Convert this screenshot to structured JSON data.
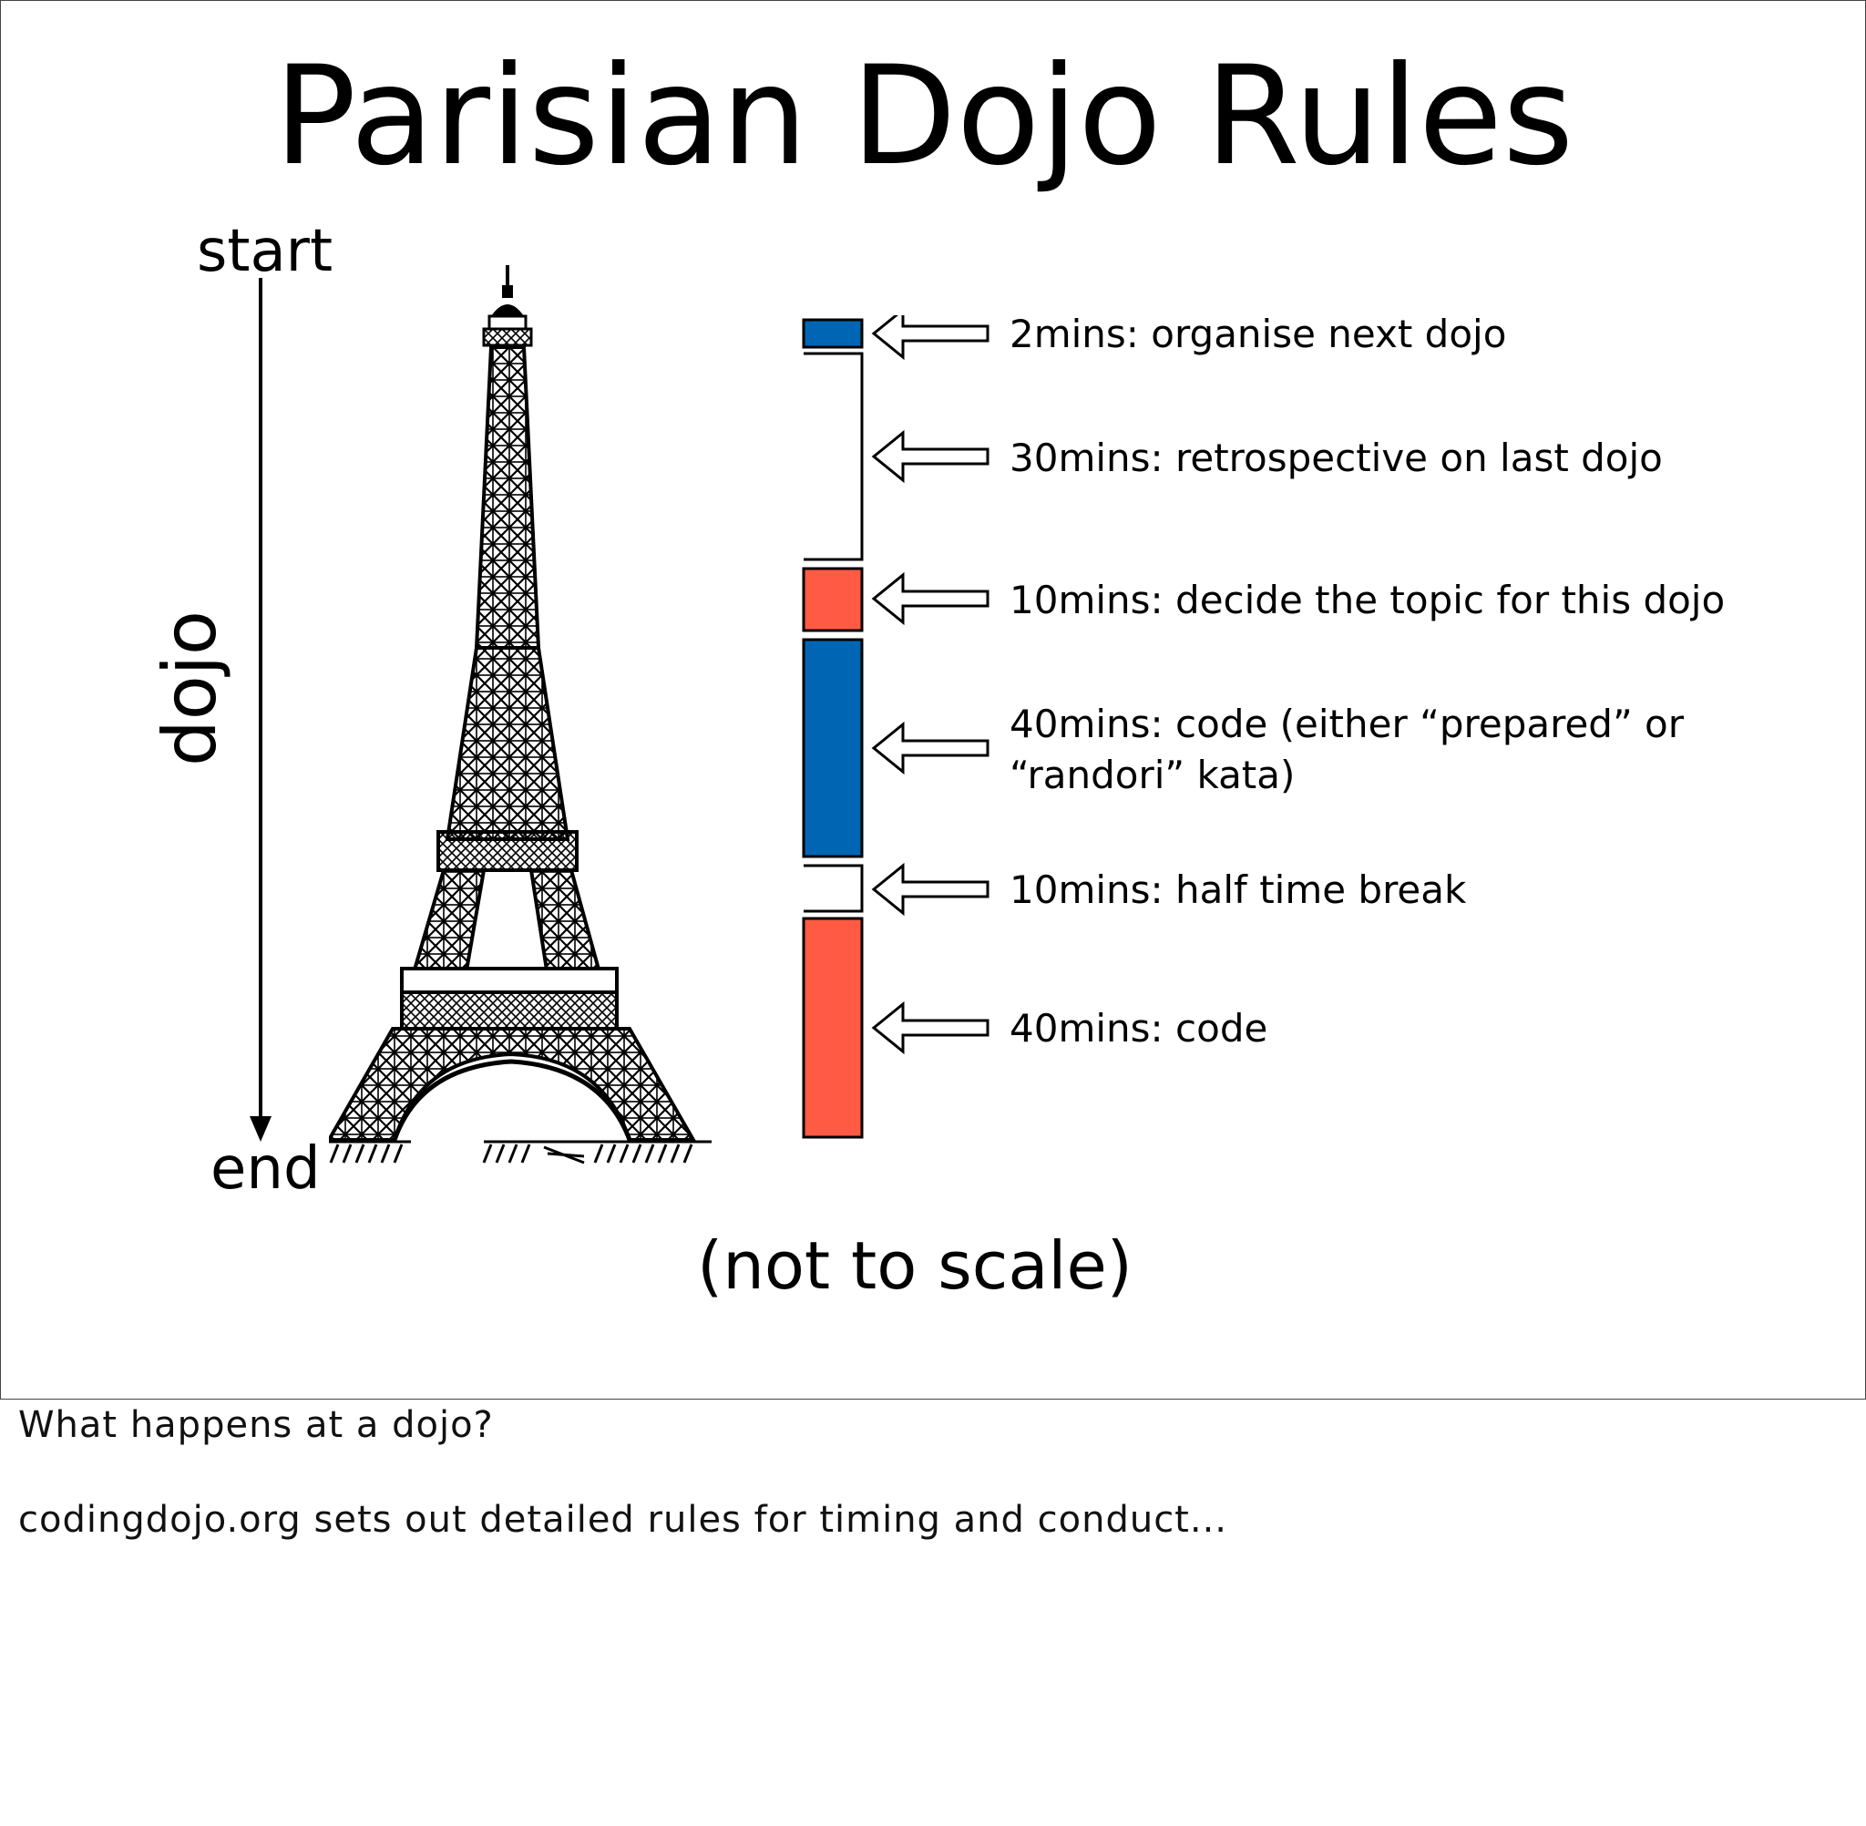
{
  "slide": {
    "title": "Parisian Dojo Rules",
    "start_label": "start",
    "end_label": "end",
    "axis_label": "dojo",
    "footnote": "(not to scale)",
    "events": [
      {
        "label": "2mins: organise next dojo",
        "minutes": 2,
        "color": "#0066b3"
      },
      {
        "label": "30mins: retrospective on last dojo",
        "minutes": 30,
        "color": "#ffffff"
      },
      {
        "label": "10mins: decide the topic for this dojo",
        "minutes": 10,
        "color": "#ff5a44"
      },
      {
        "label": "40mins: code (either “prepared” or “randori” kata)",
        "minutes": 40,
        "color": "#0066b3"
      },
      {
        "label": "10mins: half time break",
        "minutes": 10,
        "color": "#ffffff"
      },
      {
        "label": "40mins: code",
        "minutes": 40,
        "color": "#ff5a44"
      }
    ],
    "colors": {
      "blue": "#0066b3",
      "red": "#ff5a44",
      "white": "#ffffff",
      "ink": "#000000"
    },
    "image_icon": "eiffel-tower"
  },
  "notes": {
    "line1": "What happens at a dojo?",
    "line2": "codingdojo.org sets out detailed rules for timing and conduct..."
  }
}
